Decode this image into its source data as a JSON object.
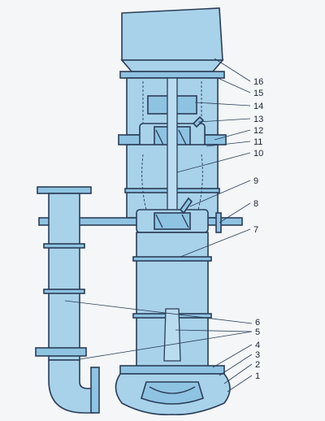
{
  "callouts": [
    {
      "label": "16"
    },
    {
      "label": "15"
    },
    {
      "label": "14"
    },
    {
      "label": "13"
    },
    {
      "label": "12"
    },
    {
      "label": "11"
    },
    {
      "label": "10"
    },
    {
      "label": "9"
    },
    {
      "label": "8"
    },
    {
      "label": "7"
    },
    {
      "label": "6"
    },
    {
      "label": "5"
    },
    {
      "label": "4"
    },
    {
      "label": "3"
    },
    {
      "label": "2"
    },
    {
      "label": "1"
    }
  ],
  "colors": {
    "fill": "#a8d2ea",
    "outline": "#2a3d57",
    "background": "#f4f6f8"
  }
}
